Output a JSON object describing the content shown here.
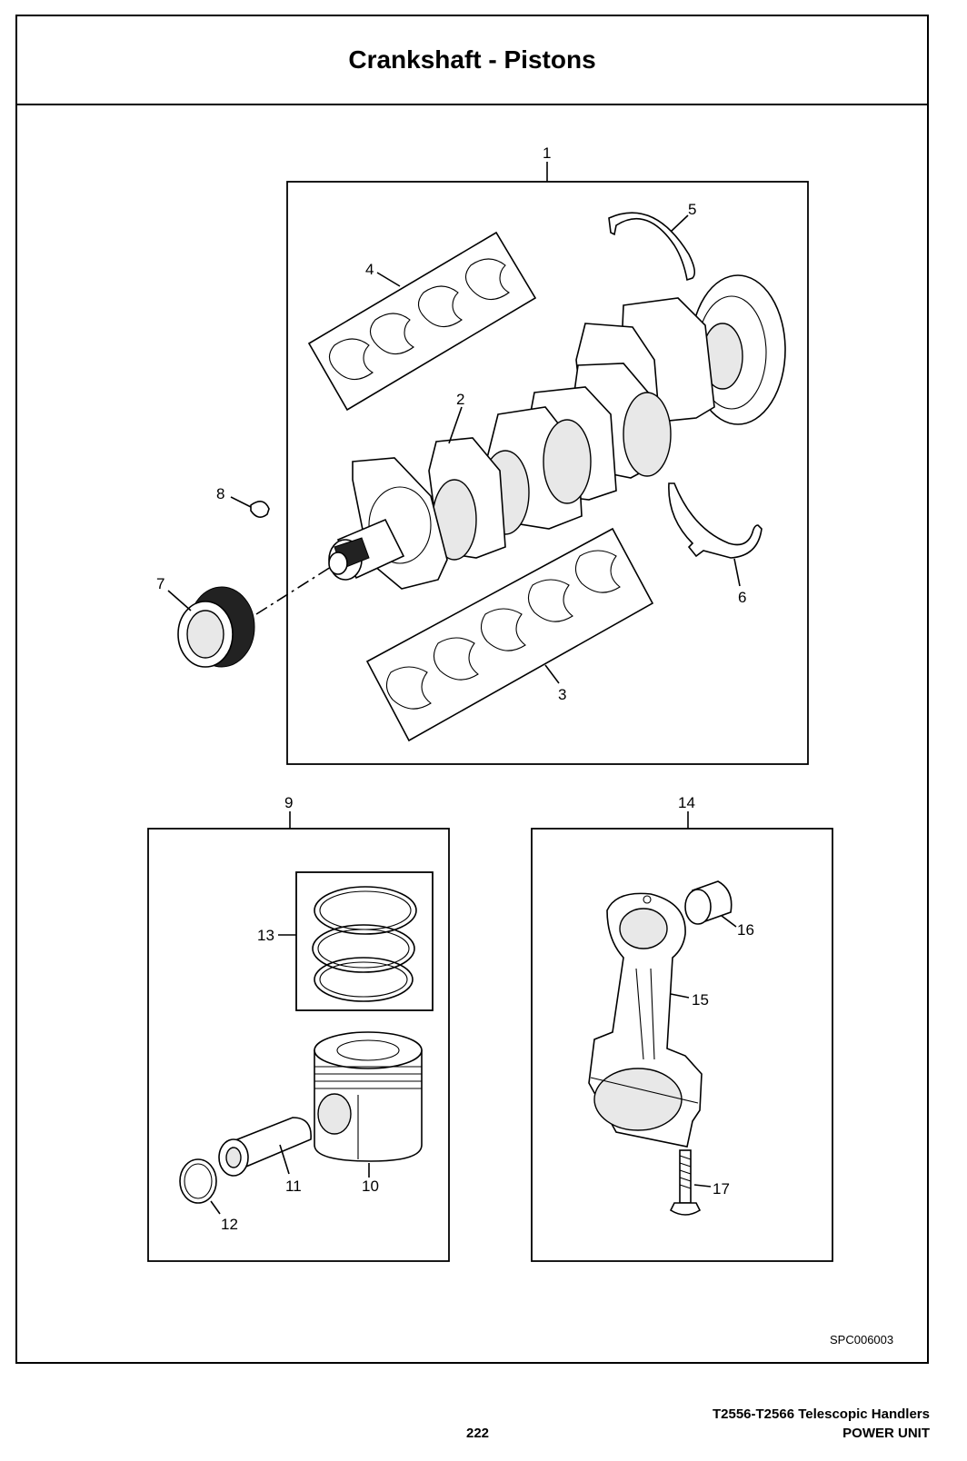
{
  "page": {
    "title": "Crankshaft - Pistons",
    "reference_code": "SPC006003",
    "footer": {
      "model": "T2556-T2566 Telescopic Handlers",
      "page_number": "222",
      "section": "POWER UNIT"
    }
  },
  "callouts": {
    "c1": "1",
    "c2": "2",
    "c3": "3",
    "c4": "4",
    "c5": "5",
    "c6": "6",
    "c7": "7",
    "c8": "8",
    "c9": "9",
    "c10": "10",
    "c11": "11",
    "c12": "12",
    "c13": "13",
    "c14": "14",
    "c15": "15",
    "c16": "16",
    "c17": "17"
  }
}
